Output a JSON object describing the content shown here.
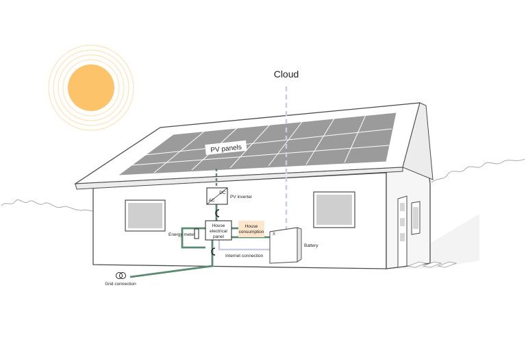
{
  "labels": {
    "cloud": "Cloud",
    "pv_panels": "PV panels",
    "dc": "DC",
    "ac": "AC",
    "pv_inverter": "PV inverter",
    "energy_meter": "Energy meter",
    "house_panel_line1": "House",
    "house_panel_line2": "electrical",
    "house_panel_line3": "panel",
    "house_consumption_line1": "House",
    "house_consumption_line2": "consumption",
    "battery": "Battery",
    "battery_mark": "X",
    "internet_connection": "Internet connection",
    "grid_connection": "Grid connection"
  },
  "colors": {
    "sun": "#fcc36b",
    "sun_rings": "#fde3b8",
    "power_line": "#5b8a72",
    "data_line": "#c9cde0",
    "consumption_box": "#fde6cc",
    "panel": "#9b9b9b",
    "outline": "#4a4a4a"
  },
  "icons": {
    "sun": "sun-icon",
    "grid": "grid-transformer-icon",
    "ct_clamp": "current-clamp-icon"
  }
}
